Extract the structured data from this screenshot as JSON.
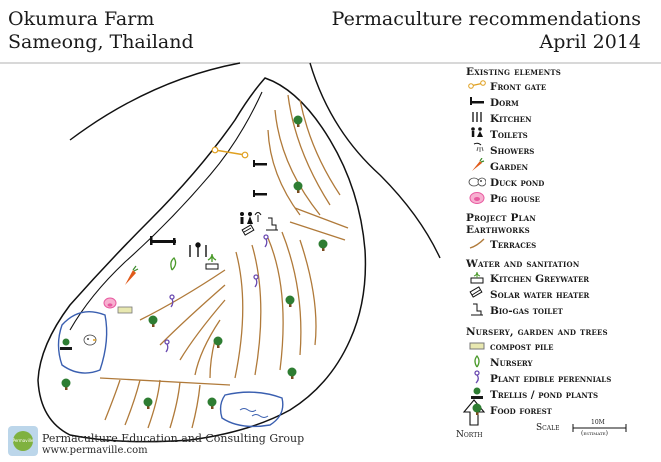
{
  "header": {
    "farm_name": "Okumura Farm",
    "location": "Sameong, Thailand",
    "title": "Permaculture recommendations",
    "date": "April 2014"
  },
  "legend": {
    "sections": [
      {
        "title": "Existing elements",
        "items": [
          {
            "label": "Front gate",
            "icon": "gate-icon"
          },
          {
            "label": "Dorm",
            "icon": "bed-icon"
          },
          {
            "label": "Kitchen",
            "icon": "utensils-icon"
          },
          {
            "label": "Toilets",
            "icon": "toilet-people-icon"
          },
          {
            "label": "Showers",
            "icon": "shower-icon"
          },
          {
            "label": "Garden",
            "icon": "carrot-icon"
          },
          {
            "label": "Duck pond",
            "icon": "duck-icon"
          },
          {
            "label": "Pig house",
            "icon": "pig-icon"
          }
        ]
      },
      {
        "title": "Project Plan Earthworks",
        "items": [
          {
            "label": "Terraces",
            "icon": "terrace-line-icon"
          }
        ]
      },
      {
        "title": "Water and sanitation",
        "items": [
          {
            "label": "Kitchen Greywater",
            "icon": "greywater-icon"
          },
          {
            "label": "Solar water heater",
            "icon": "solar-heater-icon"
          },
          {
            "label": "Bio-gas toilet",
            "icon": "biogas-toilet-icon"
          }
        ]
      },
      {
        "title": "Nursery, garden and trees",
        "items": [
          {
            "label": "compost pile",
            "icon": "compost-icon"
          },
          {
            "label": "Nursery",
            "icon": "sprout-icon"
          },
          {
            "label": "Plant edible perennials",
            "icon": "perennial-icon"
          },
          {
            "label": "Trellis / pond plants",
            "icon": "trellis-icon"
          },
          {
            "label": "Food forest",
            "icon": "tree-icon"
          }
        ]
      }
    ]
  },
  "north_label": "North",
  "scale": {
    "label": "Scale",
    "distance": "10M",
    "note": "(estimate)"
  },
  "footer": {
    "org": "Permaculture Education and Consulting Group",
    "url": "www.permaville.com",
    "logo_text": "Permaville"
  },
  "colors": {
    "terrace": "#b07a3a",
    "tree_green": "#2e7d32",
    "trunk": "#7a4a1e",
    "pond": "#3a5fb0",
    "gate": "#e0a020",
    "pig": "#e85aa0",
    "carrot": "#e05a1a",
    "perennial": "#6a4ab0"
  }
}
